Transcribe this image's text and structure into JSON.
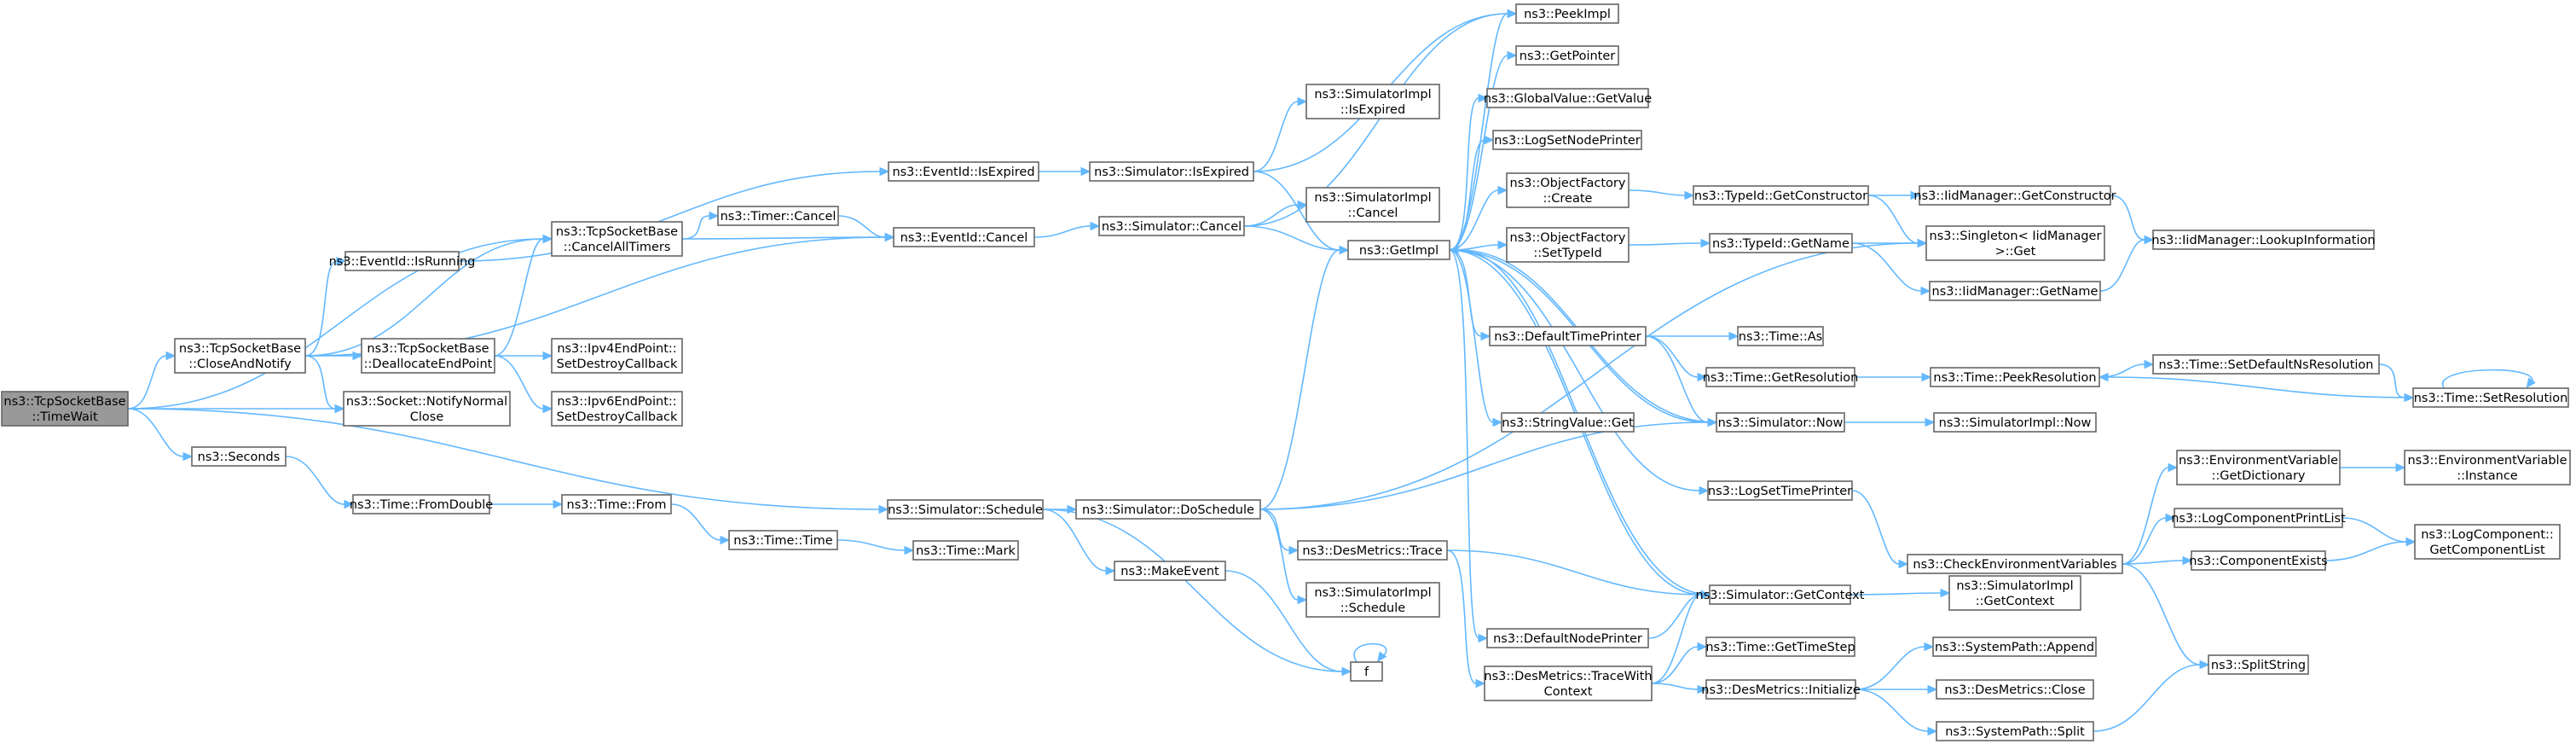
{
  "graph": {
    "nodes": [
      {
        "id": "timewait",
        "lines": [
          "ns3::TcpSocketBase",
          "::TimeWait"
        ],
        "root": true
      },
      {
        "id": "closeandnotify",
        "lines": [
          "ns3::TcpSocketBase",
          "::CloseAndNotify"
        ]
      },
      {
        "id": "seconds",
        "lines": [
          "ns3::Seconds"
        ]
      },
      {
        "id": "eventidisrunning",
        "lines": [
          "ns3::EventId::IsRunning"
        ]
      },
      {
        "id": "cancelalltimers",
        "lines": [
          "ns3::TcpSocketBase",
          "::CancelAllTimers"
        ]
      },
      {
        "id": "deallocateendpoint",
        "lines": [
          "ns3::TcpSocketBase",
          "::DeallocateEndPoint"
        ]
      },
      {
        "id": "notifynormalclose",
        "lines": [
          "ns3::Socket::NotifyNormal",
          "Close"
        ]
      },
      {
        "id": "timefromdouble",
        "lines": [
          "ns3::Time::FromDouble"
        ]
      },
      {
        "id": "timefrom",
        "lines": [
          "ns3::Time::From"
        ]
      },
      {
        "id": "timetime",
        "lines": [
          "ns3::Time::Time"
        ]
      },
      {
        "id": "timemark",
        "lines": [
          "ns3::Time::Mark"
        ]
      },
      {
        "id": "eventidisexpired",
        "lines": [
          "ns3::EventId::IsExpired"
        ]
      },
      {
        "id": "timercancel",
        "lines": [
          "ns3::Timer::Cancel"
        ]
      },
      {
        "id": "eventidcancel",
        "lines": [
          "ns3::EventId::Cancel"
        ]
      },
      {
        "id": "ipv4setdestroy",
        "lines": [
          "ns3::Ipv4EndPoint::",
          "SetDestroyCallback"
        ]
      },
      {
        "id": "ipv6setdestroy",
        "lines": [
          "ns3::Ipv6EndPoint::",
          "SetDestroyCallback"
        ]
      },
      {
        "id": "simschedule",
        "lines": [
          "ns3::Simulator::Schedule"
        ]
      },
      {
        "id": "simisexpired",
        "lines": [
          "ns3::Simulator::IsExpired"
        ]
      },
      {
        "id": "simcancel",
        "lines": [
          "ns3::Simulator::Cancel"
        ]
      },
      {
        "id": "simdoschedule",
        "lines": [
          "ns3::Simulator::DoSchedule"
        ]
      },
      {
        "id": "makeevent",
        "lines": [
          "ns3::MakeEvent"
        ]
      },
      {
        "id": "f",
        "lines": [
          "f"
        ]
      },
      {
        "id": "desmetricstrace",
        "lines": [
          "ns3::DesMetrics::Trace"
        ]
      },
      {
        "id": "simimplschedule",
        "lines": [
          "ns3::SimulatorImpl",
          "::Schedule"
        ]
      },
      {
        "id": "simimplisexpired",
        "lines": [
          "ns3::SimulatorImpl",
          "::IsExpired"
        ]
      },
      {
        "id": "simimplcancel",
        "lines": [
          "ns3::SimulatorImpl",
          "::Cancel"
        ]
      },
      {
        "id": "getimpl",
        "lines": [
          "ns3::GetImpl"
        ]
      },
      {
        "id": "peekimpl",
        "lines": [
          "ns3::PeekImpl"
        ]
      },
      {
        "id": "getpointer",
        "lines": [
          "ns3::GetPointer"
        ]
      },
      {
        "id": "globalvalueget",
        "lines": [
          "ns3::GlobalValue::GetValue"
        ]
      },
      {
        "id": "logsetnodeprinter",
        "lines": [
          "ns3::LogSetNodePrinter"
        ]
      },
      {
        "id": "objfactorycreate",
        "lines": [
          "ns3::ObjectFactory",
          "::Create"
        ]
      },
      {
        "id": "objfactorysettypeid",
        "lines": [
          "ns3::ObjectFactory",
          "::SetTypeId"
        ]
      },
      {
        "id": "defaulttimeprinter",
        "lines": [
          "ns3::DefaultTimePrinter"
        ]
      },
      {
        "id": "stringvalueget",
        "lines": [
          "ns3::StringValue::Get"
        ]
      },
      {
        "id": "defaultnodeprinter",
        "lines": [
          "ns3::DefaultNodePrinter"
        ]
      },
      {
        "id": "destracewithcontext",
        "lines": [
          "ns3::DesMetrics::TraceWith",
          "Context"
        ]
      },
      {
        "id": "typeidgetconstructor",
        "lines": [
          "ns3::TypeId::GetConstructor"
        ]
      },
      {
        "id": "typeidgetname",
        "lines": [
          "ns3::TypeId::GetName"
        ]
      },
      {
        "id": "timeas",
        "lines": [
          "ns3::Time::As"
        ]
      },
      {
        "id": "timegetresolution",
        "lines": [
          "ns3::Time::GetResolution"
        ]
      },
      {
        "id": "simnow",
        "lines": [
          "ns3::Simulator::Now"
        ]
      },
      {
        "id": "logsettimeprinter",
        "lines": [
          "ns3::LogSetTimePrinter"
        ]
      },
      {
        "id": "simgetcontext",
        "lines": [
          "ns3::Simulator::GetContext"
        ]
      },
      {
        "id": "timegettimestep",
        "lines": [
          "ns3::Time::GetTimeStep"
        ]
      },
      {
        "id": "desinitialize",
        "lines": [
          "ns3::DesMetrics::Initialize"
        ]
      },
      {
        "id": "iidgetconstructor",
        "lines": [
          "ns3::IidManager::GetConstructor"
        ]
      },
      {
        "id": "singletonget",
        "lines": [
          "ns3::Singleton< IidManager",
          ">::Get"
        ]
      },
      {
        "id": "iidgetname",
        "lines": [
          "ns3::IidManager::GetName"
        ]
      },
      {
        "id": "timepeekresolution",
        "lines": [
          "ns3::Time::PeekResolution"
        ]
      },
      {
        "id": "simimplnow",
        "lines": [
          "ns3::SimulatorImpl::Now"
        ]
      },
      {
        "id": "checkenvvars",
        "lines": [
          "ns3::CheckEnvironmentVariables"
        ]
      },
      {
        "id": "simimplgetcontext",
        "lines": [
          "ns3::SimulatorImpl",
          "::GetContext"
        ]
      },
      {
        "id": "systempathappend",
        "lines": [
          "ns3::SystemPath::Append"
        ]
      },
      {
        "id": "desclose",
        "lines": [
          "ns3::DesMetrics::Close"
        ]
      },
      {
        "id": "systempathsplit",
        "lines": [
          "ns3::SystemPath::Split"
        ]
      },
      {
        "id": "iidlookup",
        "lines": [
          "ns3::IidManager::LookupInformation"
        ]
      },
      {
        "id": "timesetdefaultns",
        "lines": [
          "ns3::Time::SetDefaultNsResolution"
        ]
      },
      {
        "id": "timesetresolution",
        "lines": [
          "ns3::Time::SetResolution"
        ]
      },
      {
        "id": "envvargetdict",
        "lines": [
          "ns3::EnvironmentVariable",
          "::GetDictionary"
        ]
      },
      {
        "id": "logcompprintlist",
        "lines": [
          "ns3::LogComponentPrintList"
        ]
      },
      {
        "id": "componentexists",
        "lines": [
          "ns3::ComponentExists"
        ]
      },
      {
        "id": "splitstring",
        "lines": [
          "ns3::SplitString"
        ]
      },
      {
        "id": "envvarinstance",
        "lines": [
          "ns3::EnvironmentVariable",
          "::Instance"
        ]
      },
      {
        "id": "logcompgetlist",
        "lines": [
          "ns3::LogComponent::",
          "GetComponentList"
        ]
      }
    ],
    "edges": [
      [
        "timewait",
        "closeandnotify"
      ],
      [
        "timewait",
        "cancelalltimers"
      ],
      [
        "timewait",
        "notifynormalclose"
      ],
      [
        "timewait",
        "seconds"
      ],
      [
        "timewait",
        "simschedule"
      ],
      [
        "closeandnotify",
        "eventidisrunning"
      ],
      [
        "closeandnotify",
        "cancelalltimers"
      ],
      [
        "closeandnotify",
        "deallocateendpoint"
      ],
      [
        "closeandnotify",
        "notifynormalclose"
      ],
      [
        "closeandnotify",
        "eventidcancel"
      ],
      [
        "seconds",
        "timefromdouble"
      ],
      [
        "timefromdouble",
        "timefrom"
      ],
      [
        "timefrom",
        "timetime"
      ],
      [
        "timetime",
        "timemark"
      ],
      [
        "eventidisrunning",
        "eventidisexpired"
      ],
      [
        "cancelalltimers",
        "timercancel"
      ],
      [
        "cancelalltimers",
        "eventidcancel"
      ],
      [
        "deallocateendpoint",
        "cancelalltimers"
      ],
      [
        "deallocateendpoint",
        "ipv4setdestroy"
      ],
      [
        "deallocateendpoint",
        "ipv6setdestroy"
      ],
      [
        "timercancel",
        "eventidcancel"
      ],
      [
        "eventidisexpired",
        "simisexpired"
      ],
      [
        "eventidcancel",
        "simcancel"
      ],
      [
        "simisexpired",
        "peekimpl"
      ],
      [
        "simisexpired",
        "simimplisexpired"
      ],
      [
        "simisexpired",
        "getimpl"
      ],
      [
        "simcancel",
        "peekimpl"
      ],
      [
        "simcancel",
        "simimplcancel"
      ],
      [
        "simcancel",
        "getimpl"
      ],
      [
        "simschedule",
        "simdoschedule"
      ],
      [
        "simschedule",
        "makeevent"
      ],
      [
        "simschedule",
        "f"
      ],
      [
        "simdoschedule",
        "getimpl"
      ],
      [
        "simdoschedule",
        "singletonget"
      ],
      [
        "simdoschedule",
        "simnow"
      ],
      [
        "simdoschedule",
        "desmetricstrace"
      ],
      [
        "simdoschedule",
        "simimplschedule"
      ],
      [
        "makeevent",
        "f"
      ],
      [
        "f",
        "f"
      ],
      [
        "desmetricstrace",
        "simgetcontext"
      ],
      [
        "desmetricstrace",
        "destracewithcontext"
      ],
      [
        "getimpl",
        "peekimpl"
      ],
      [
        "getimpl",
        "getpointer"
      ],
      [
        "getimpl",
        "globalvalueget"
      ],
      [
        "getimpl",
        "logsetnodeprinter"
      ],
      [
        "getimpl",
        "objfactorycreate"
      ],
      [
        "getimpl",
        "objfactorysettypeid"
      ],
      [
        "getimpl",
        "defaulttimeprinter"
      ],
      [
        "getimpl",
        "stringvalueget"
      ],
      [
        "getimpl",
        "simnow"
      ],
      [
        "getimpl",
        "logsettimeprinter"
      ],
      [
        "getimpl",
        "defaultnodeprinter"
      ],
      [
        "getimpl",
        "simgetcontext"
      ],
      [
        "objfactorycreate",
        "typeidgetconstructor"
      ],
      [
        "objfactorysettypeid",
        "typeidgetname"
      ],
      [
        "typeidgetconstructor",
        "iidgetconstructor"
      ],
      [
        "typeidgetconstructor",
        "singletonget"
      ],
      [
        "typeidgetname",
        "singletonget"
      ],
      [
        "typeidgetname",
        "iidgetname"
      ],
      [
        "iidgetconstructor",
        "iidlookup"
      ],
      [
        "iidgetname",
        "iidlookup"
      ],
      [
        "defaulttimeprinter",
        "timeas"
      ],
      [
        "defaulttimeprinter",
        "timegetresolution"
      ],
      [
        "defaulttimeprinter",
        "simnow"
      ],
      [
        "timegetresolution",
        "timepeekresolution"
      ],
      [
        "timepeekresolution",
        "timesetdefaultns"
      ],
      [
        "timesetdefaultns",
        "timesetresolution"
      ],
      [
        "timesetresolution",
        "timepeekresolution"
      ],
      [
        "timesetresolution",
        "timesetresolution"
      ],
      [
        "simnow",
        "getimpl"
      ],
      [
        "simnow",
        "simimplnow"
      ],
      [
        "logsettimeprinter",
        "checkenvvars"
      ],
      [
        "checkenvvars",
        "envvargetdict"
      ],
      [
        "checkenvvars",
        "logcompprintlist"
      ],
      [
        "checkenvvars",
        "componentexists"
      ],
      [
        "checkenvvars",
        "splitstring"
      ],
      [
        "envvargetdict",
        "envvarinstance"
      ],
      [
        "logcompprintlist",
        "logcompgetlist"
      ],
      [
        "componentexists",
        "logcompgetlist"
      ],
      [
        "defaultnodeprinter",
        "simgetcontext"
      ],
      [
        "simgetcontext",
        "getimpl"
      ],
      [
        "simgetcontext",
        "simimplgetcontext"
      ],
      [
        "destracewithcontext",
        "simgetcontext"
      ],
      [
        "destracewithcontext",
        "timegettimestep"
      ],
      [
        "destracewithcontext",
        "desinitialize"
      ],
      [
        "desinitialize",
        "systempathappend"
      ],
      [
        "desinitialize",
        "desclose"
      ],
      [
        "desinitialize",
        "systempathsplit"
      ],
      [
        "systempathsplit",
        "splitstring"
      ]
    ]
  }
}
